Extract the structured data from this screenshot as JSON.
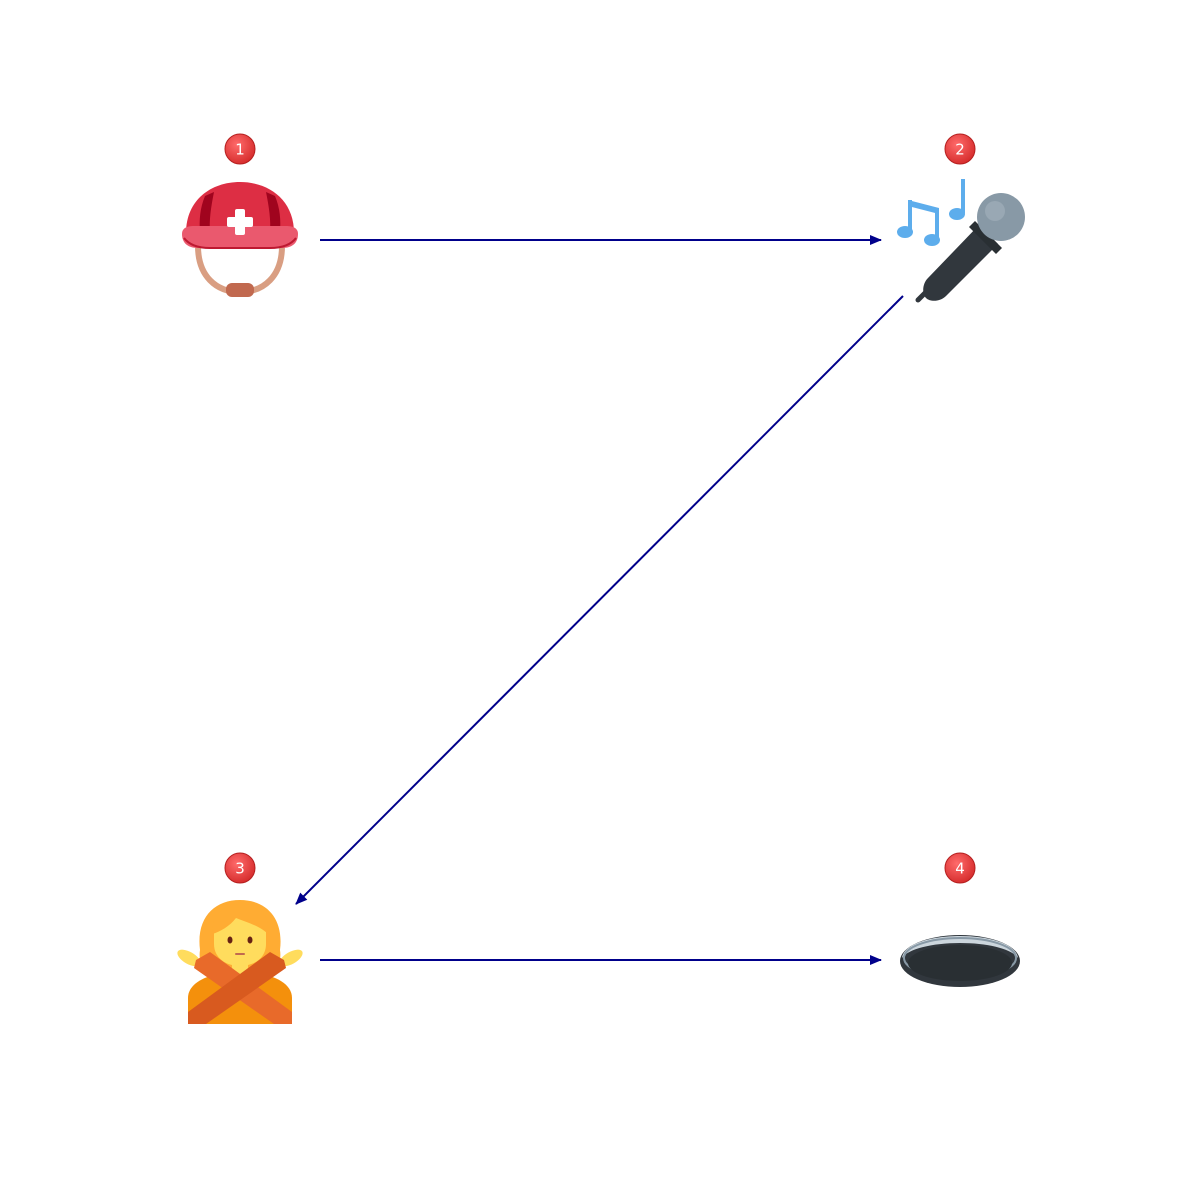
{
  "diagram": {
    "nodes": [
      {
        "id": 1,
        "badge": "1",
        "icon": "rescue-worker-helmet-icon"
      },
      {
        "id": 2,
        "badge": "2",
        "icon": "microphone-with-music-notes-icon"
      },
      {
        "id": 3,
        "badge": "3",
        "icon": "person-gesturing-no-icon"
      },
      {
        "id": 4,
        "badge": "4",
        "icon": "hole-icon"
      }
    ],
    "edges": [
      {
        "from": 1,
        "to": 2
      },
      {
        "from": 2,
        "to": 3
      },
      {
        "from": 3,
        "to": 4
      }
    ],
    "colors": {
      "arrow": "#00008B",
      "badge": "#E03A3A",
      "badge_text": "#FFFFFF"
    }
  }
}
